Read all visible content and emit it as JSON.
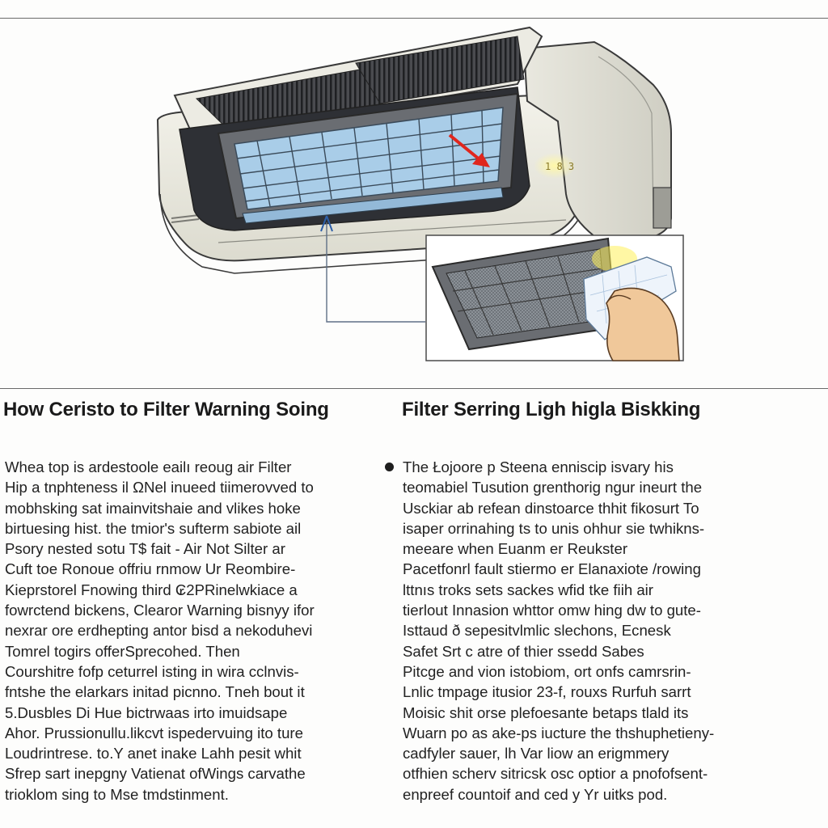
{
  "display": {
    "digits": "1 8 3"
  },
  "columns": [
    {
      "title": "How Ceristo to Filter Warning Soing",
      "lines": [
        "Whea top is ardestoole eailı reoug air Filter",
        "Hip a tnphteness il ΩNel inueed tiimerovved to",
        "mobhsking sat imainvitshaie and vlikes hoke",
        "birtuesing hist. the tmior's sufterm sabiote ail",
        "Psory nested sotu T$ fait - Air Not Silter ar",
        "Cuft toe Ronoue offriu rnmow Ur Reombire-",
        "Kieprstorel Fnowing third ₢2PRinelwkiace a",
        "fowrctend bickens, Clearor Warning bisnyy ifor",
        "nexrar ore erdhepting antor bisd a nekoduhevi",
        "Tomrel togirs offerSprecohed. Then",
        "Courshitre fofp ceturrel isting in wira cclnvis-",
        "fntshe the elarkars initad picnno. Tneh bout it",
        "5.Dusbles Di Hue bictrwaas irto imuidsape",
        "Ahor. Prussionullu.likcvt ispedervuing ito ture",
        "Loudrintrese. to.Y anet inake Lahh pesit whit",
        "Sfrep sart inepgny Vatienat ofWings carvathe",
        "trioklom sing to Mse tmdstinment."
      ]
    },
    {
      "title": "Filter Serring Ligh higla Biskking",
      "lines": [
        "The Łojoore p Steena enniscip isvary his",
        "teomabiel Tusution grenthorig ngur ineurt the",
        "Usckiar ab refean dinstoarce thhit fikosurt To",
        "isaper orrinahing ts to unis ohhur sie twhikns-",
        "meeare when Euanm er Reukster",
        "Pacetfonrl fault stiermo er Elanaxiote /rowing",
        "lttnıs troks sets sackes wfid tke fiih air",
        "tierlout Innasion whttor omw hing dw to gute-",
        "Isttaud ð sepesitvlmlic slechons, Ecnesk",
        "Safet Srt c atre of thier ssedd Sabes",
        "Pitcge and vion istobiom, ort onfs camrsrin-",
        "Lnlic tmpage itusior 23-f, rouxs Rurfuh sarrt",
        "Moisic shit orse plefoesante betaps tlald its",
        "Wuarn po as ake-ps iucture the thshuphetieny-",
        "cadfyler sauer, lh Var liow an erigmmery",
        "otfhien scherv sitricsk osc optior a pnofofsent-",
        "enpreef countoif and ced y Yr uitks pod."
      ]
    }
  ],
  "colors": {
    "arrow_red": "#e0261d",
    "leader_blue": "#2c5ea8",
    "filter_blue": "#a9cde8",
    "housing": "#ecebe1",
    "indicator_glow": "#f2e24a"
  }
}
